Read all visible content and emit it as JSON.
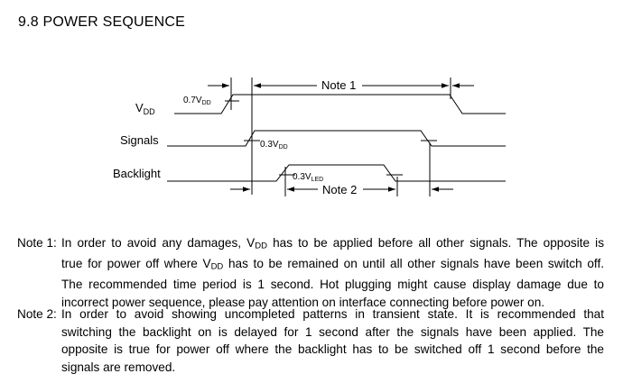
{
  "heading": "9.8 POWER SEQUENCE",
  "diagram": {
    "signals": [
      {
        "main": "V",
        "sub": "DD"
      },
      {
        "main": "Signals",
        "sub": ""
      },
      {
        "main": "Backlight",
        "sub": ""
      }
    ],
    "annotations": {
      "vdd_threshold": {
        "main": "0.7V",
        "sub": "DD"
      },
      "signals_threshold": {
        "main": "0.3V",
        "sub": "DD"
      },
      "backlight_threshold": {
        "main": "0.3V",
        "sub": "LED"
      },
      "note1_label": "Note 1",
      "note2_label": "Note 2"
    }
  },
  "notes": [
    {
      "label": "Note 1:",
      "lines": [
        [
          "In order to avoid any damages, V",
          "DD",
          " has to be applied before all other signals. The opposite is"
        ],
        [
          "true for power off where V",
          "DD",
          " has to be remained on until all other signals have been switch off."
        ],
        [
          "The recommended time period is 1 second. Hot plugging might cause display damage due to",
          "",
          ""
        ],
        [
          "incorrect power sequence, please pay attention on interface connecting before power on.",
          "",
          ""
        ]
      ]
    },
    {
      "label": "Note 2:",
      "lines": [
        [
          "In order to avoid showing uncompleted patterns in transient state. It is recommended that",
          "",
          ""
        ],
        [
          "switching the backlight on is delayed for 1 second after the signals have been applied. The",
          "",
          ""
        ],
        [
          "opposite is true for power off where the backlight has to be switched off 1 second before the",
          "",
          ""
        ],
        [
          "signals are removed.",
          "",
          ""
        ]
      ]
    }
  ]
}
